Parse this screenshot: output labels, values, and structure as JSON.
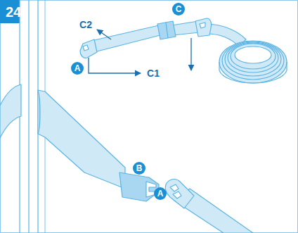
{
  "diagram": {
    "labels": [
      "24",
      "C2",
      "C",
      "A",
      "C1",
      "B",
      "A"
    ]
  }
}
